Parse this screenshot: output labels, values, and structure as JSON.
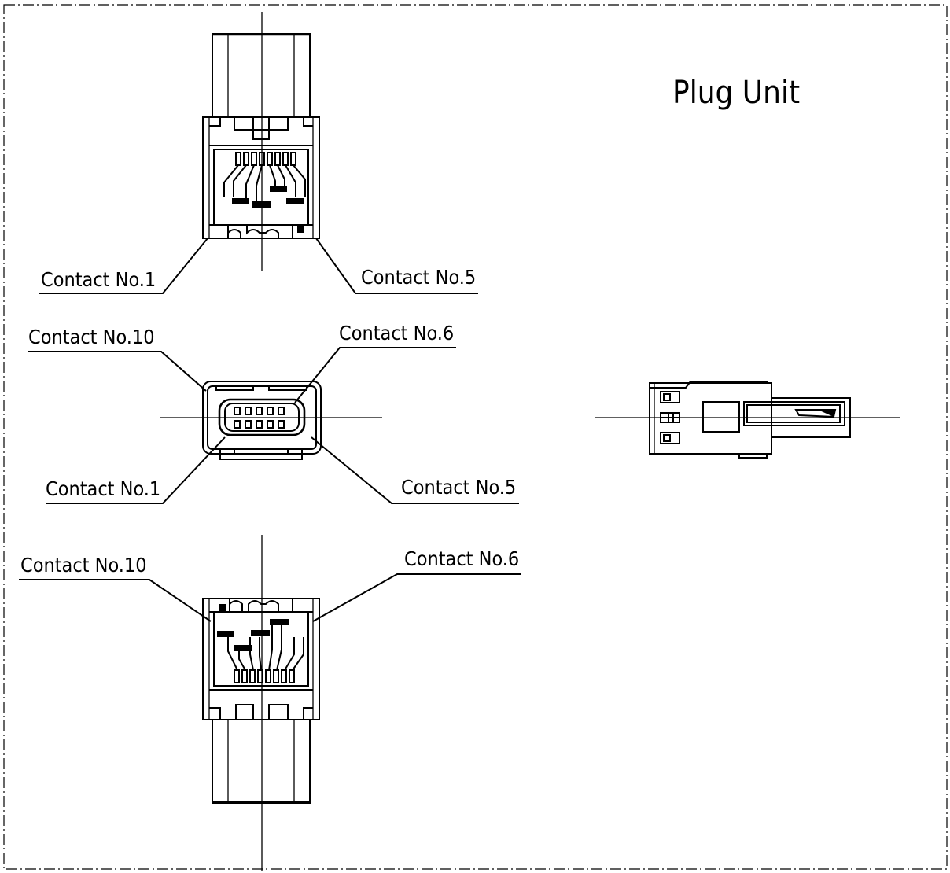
{
  "title": "Plug Unit",
  "labels": {
    "top_view": {
      "left": "Contact No.1",
      "right": "Contact No.5"
    },
    "front_view": {
      "top_left": "Contact No.10",
      "top_right": "Contact No.6",
      "bottom_left": "Contact No.1",
      "bottom_right": "Contact No.5"
    },
    "bottom_view": {
      "left": "Contact No.10",
      "right": "Contact No.6"
    }
  }
}
